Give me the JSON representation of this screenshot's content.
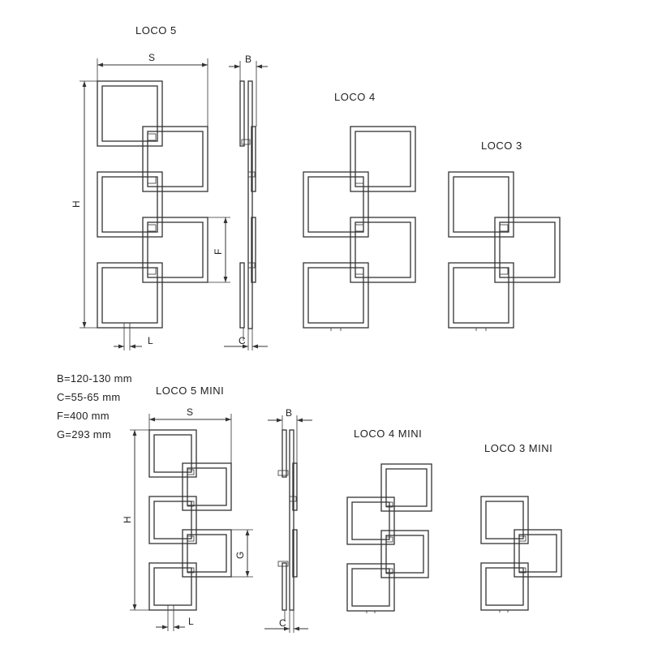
{
  "titles": {
    "loco5": "LOCO 5",
    "loco4": "LOCO 4",
    "loco3": "LOCO 3",
    "loco5mini": "LOCO 5 MINI",
    "loco4mini": "LOCO 4 MINI",
    "loco3mini": "LOCO 3 MINI"
  },
  "dims": {
    "S": "S",
    "B": "B",
    "H": "H",
    "F": "F",
    "G": "G",
    "L": "L",
    "C": "C"
  },
  "specs": [
    "B=120-130 mm",
    "C=55-65 mm",
    "F=400 mm",
    "G=293 mm"
  ]
}
